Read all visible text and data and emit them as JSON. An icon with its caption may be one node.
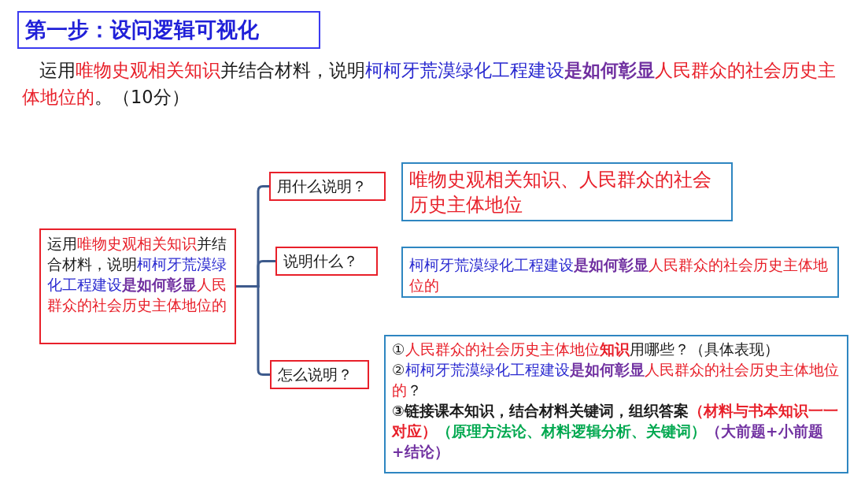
{
  "diagram": {
    "title": "第一步：设问逻辑可视化",
    "nodes": [
      {
        "text": [
          "运用唯物史观相关知识并结合材料，说明柯柯牙荒漠绿化工程建设**是如何彰显**人民群众的社会历史主体地位的"
        ]
      },
      {
        "text": [
          "用什么说明？"
        ]
      },
      {
        "text": [
          "说明什么？"
        ]
      },
      {
        "text": [
          "怎么说明？"
        ]
      },
      {
        "text": [
          "唯物史观相关知识、人民群众的社会历史主体地位"
        ]
      },
      {
        "text": [
          "柯柯牙荒漠绿化工程建设**是如何彰显**人民群众的社会历史主体地位的"
        ]
      },
      {
        "text": [
          "①人民群众的社会历史主体地位**知识**用哪些？（具体表现）",
          "②柯柯牙荒漠绿化工程建设**是如何彰显**人民群众的社会历史主体地位的？",
          "③链接课本知识，结合材料关键词，组织答案（材料与书本知识一一对应）（原理方法论、材料逻辑分析、关键词）（大前题+小前题+结论）"
        ]
      }
    ],
    "edges": [
      {
        "from": 0,
        "to": 1,
        "arrow": "none"
      },
      {
        "from": 0,
        "to": 2,
        "arrow": "none"
      },
      {
        "from": 0,
        "to": 3,
        "arrow": "none"
      }
    ],
    "labels": [
      "运用唯物史观相关知识并结合材料，说明柯柯牙荒漠绿化工程建设**是如何彰显**人民群众的社会历史主体地位的。（10分）"
    ]
  }
}
